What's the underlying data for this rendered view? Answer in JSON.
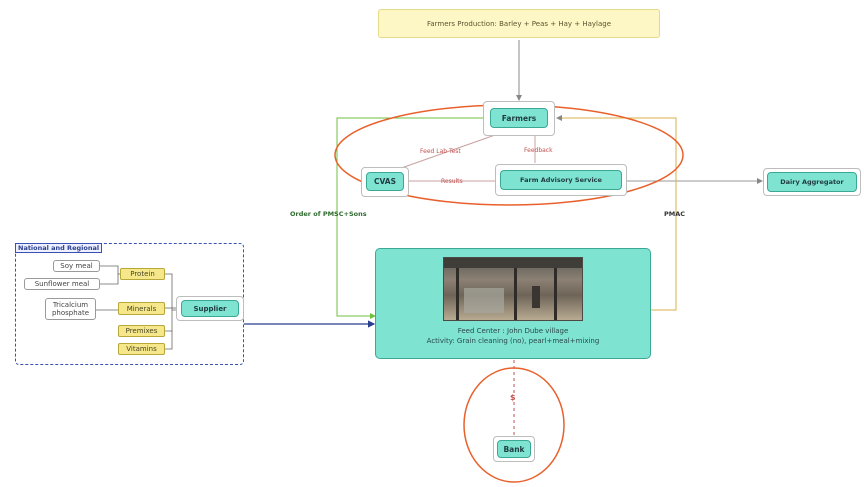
{
  "production": {
    "text": "Farmers Production: Barley + Peas + Hay + Haylage"
  },
  "farmers": {
    "label": "Farmers"
  },
  "cvas": {
    "label": "CVAS"
  },
  "advisory": {
    "label": "Farm Advisory Service"
  },
  "dairy": {
    "label": "Dairy Aggregator"
  },
  "supplier": {
    "label": "Supplier"
  },
  "bank": {
    "label": "Bank"
  },
  "group": {
    "title": "National and Regional"
  },
  "ingredients": {
    "soy": "Soy meal",
    "sunflower": "Sunflower meal",
    "tricalcium": "Tricalcium phosphate",
    "protein": "Protein",
    "minerals": "Minerals",
    "premixes": "Premixes",
    "vitamins": "Vitamins"
  },
  "feed_center": {
    "line1": "Feed Center : John Dube village",
    "line2": "Activity: Grain cleaning (no), pearl+meal+mixing"
  },
  "edge_labels": {
    "feed_lab_test": "Feed Lab Test",
    "feedback": "Feedback",
    "results": "Results",
    "order": "Order of PMSC+Sons",
    "pmac": "PMAC",
    "money": "$"
  },
  "colors": {
    "teal": "#7fe3d2",
    "yellow": "#f6e88a",
    "highlight": "#e8612c",
    "connector_blue": "#2a3f8f",
    "connector_green": "#6fbf3f",
    "connector_gold": "#d8b24a"
  }
}
